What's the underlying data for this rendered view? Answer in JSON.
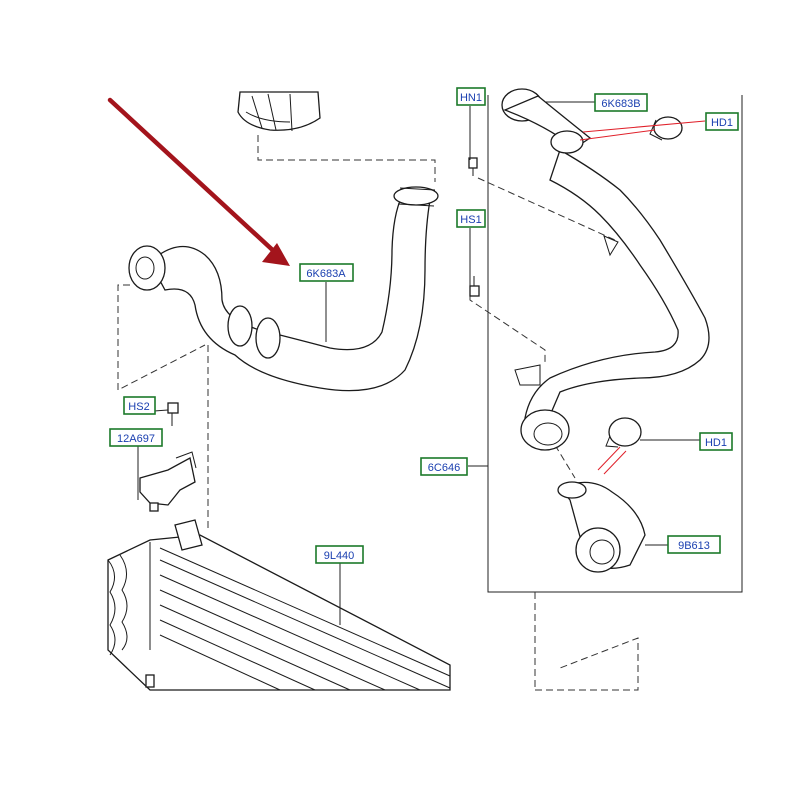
{
  "diagram": {
    "labels": [
      {
        "id": "hn1",
        "text": "HN1"
      },
      {
        "id": "6k683b",
        "text": "6K683B"
      },
      {
        "id": "hd1-top",
        "text": "HD1"
      },
      {
        "id": "hs1",
        "text": "HS1"
      },
      {
        "id": "6k683a",
        "text": "6K683A"
      },
      {
        "id": "hs2",
        "text": "HS2"
      },
      {
        "id": "12a697",
        "text": "12A697"
      },
      {
        "id": "6c646",
        "text": "6C646"
      },
      {
        "id": "hd1-mid",
        "text": "HD1"
      },
      {
        "id": "9b613",
        "text": "9B613"
      },
      {
        "id": "9l440",
        "text": "9L440"
      }
    ],
    "colors": {
      "label_border": "#1c7a2a",
      "label_text": "#1a3fb0",
      "arrow": "#a3141c",
      "clamp_leader": "#e0202a"
    }
  }
}
